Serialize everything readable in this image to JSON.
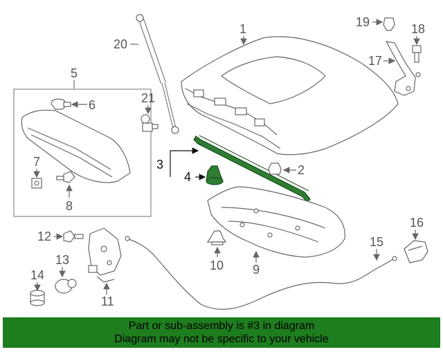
{
  "callouts": {
    "c1": "1",
    "c2": "2",
    "c3": "3",
    "c4": "4",
    "c5": "5",
    "c6": "6",
    "c7": "7",
    "c8": "8",
    "c9": "9",
    "c10": "10",
    "c11": "11",
    "c12": "12",
    "c13": "13",
    "c14": "14",
    "c15": "15",
    "c16": "16",
    "c17": "17",
    "c18": "18",
    "c19": "19",
    "c20": "20",
    "c21": "21"
  },
  "banner": {
    "line1": "Part or sub-assembly is #3 in diagram",
    "line2": "Diagram may not be specific to your vehicle"
  },
  "colors": {
    "highlight_part": "#2e7d32",
    "banner_bg": "#1e7d1e",
    "line": "#666666"
  }
}
